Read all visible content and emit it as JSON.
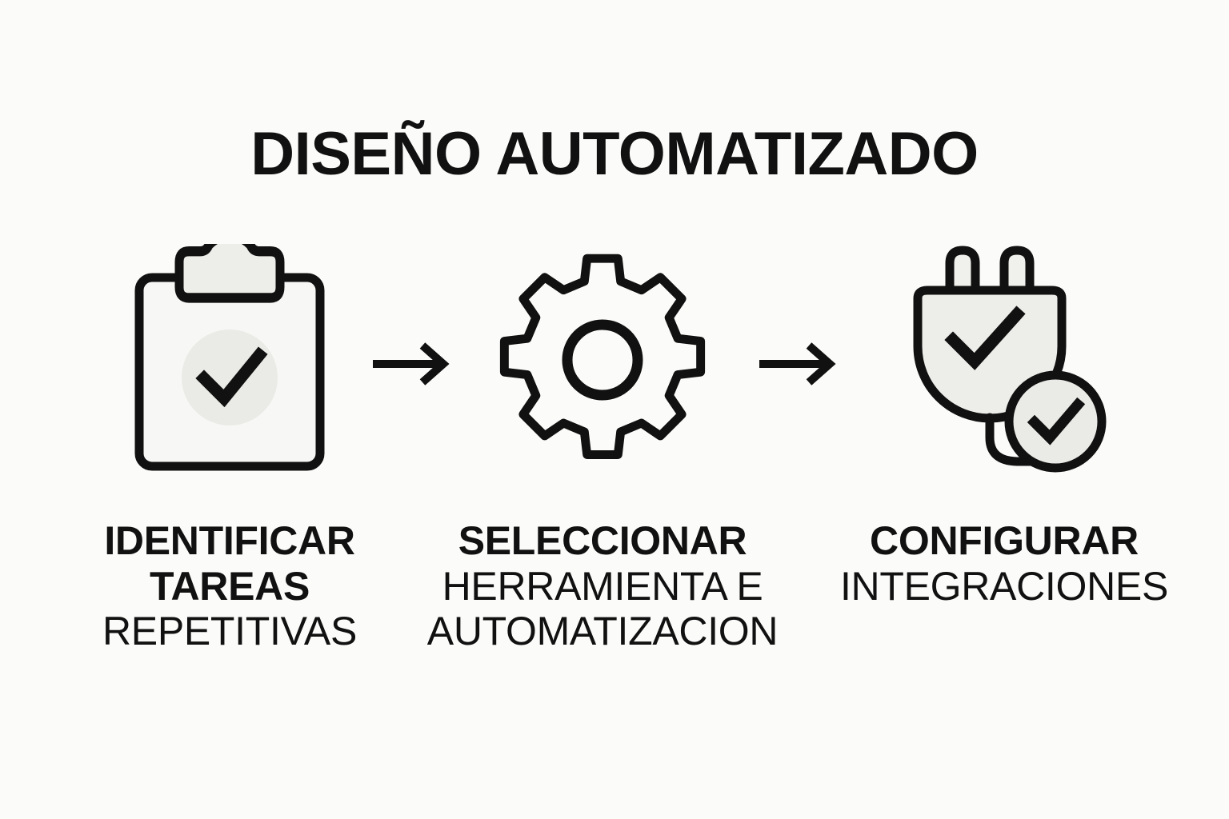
{
  "page": {
    "title": "DISEÑO AUTOMATIZADO",
    "background_color": "#FBFBF9",
    "ink_color": "#111111",
    "fill_gray": "#F0F0EC",
    "accent_gray": "#E9E9E4"
  },
  "flow": {
    "type": "horizontal-3-step-process",
    "steps": [
      {
        "icon": "clipboard-check-icon",
        "label_lines": [
          {
            "text": "IDENTIFICAR",
            "weight": "bold"
          },
          {
            "text": "TAREAS",
            "weight": "bold"
          },
          {
            "text": "REPETITIVAS",
            "weight": "light"
          }
        ]
      },
      {
        "icon": "gear-icon",
        "label_lines": [
          {
            "text": "SELECCIONAR",
            "weight": "bold"
          },
          {
            "text": "HERRAMIENTA E",
            "weight": "light"
          },
          {
            "text": "AUTOMATIZACION",
            "weight": "light"
          }
        ]
      },
      {
        "icon": "plug-check-icon",
        "label_lines": [
          {
            "text": "CONFIGURAR",
            "weight": "bold"
          },
          {
            "text": "INTEGRACIONES",
            "weight": "light"
          }
        ]
      }
    ],
    "connectors": [
      {
        "icon": "arrow-right-icon",
        "between": "step-1-and-step-2"
      },
      {
        "icon": "arrow-right-icon",
        "between": "step-2-and-step-3"
      }
    ]
  }
}
